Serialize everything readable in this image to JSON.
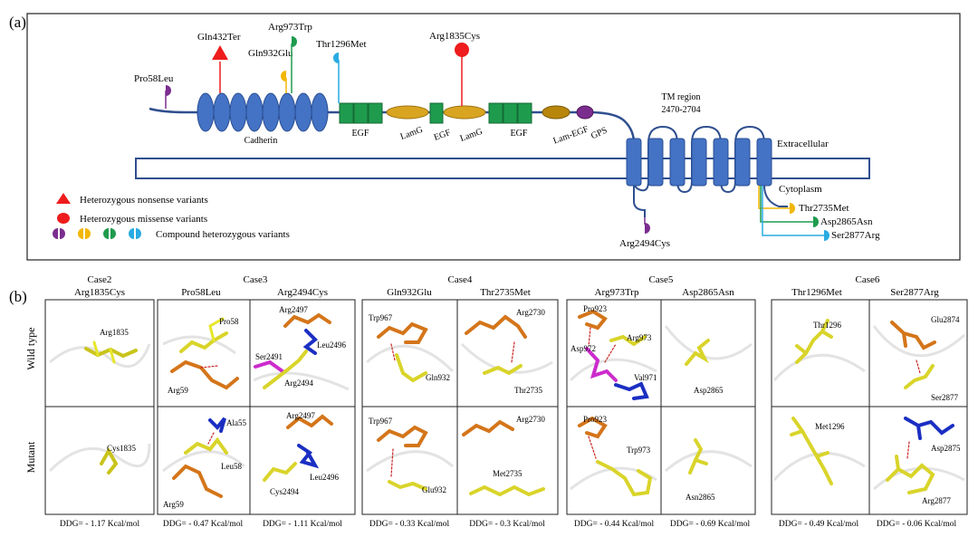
{
  "panel_a": {
    "label": "(a)",
    "variants": [
      {
        "name": "Pro58Leu",
        "kind": "compound",
        "color": "#7b2d8e"
      },
      {
        "name": "Gln432Ter",
        "kind": "nonsense",
        "color": "#ee1c1c"
      },
      {
        "name": "Gln932Glu",
        "kind": "compound",
        "color": "#f2b705"
      },
      {
        "name": "Arg973Trp",
        "kind": "compound",
        "color": "#1f9b4e"
      },
      {
        "name": "Thr1296Met",
        "kind": "compound",
        "color": "#29abe2"
      },
      {
        "name": "Arg1835Cys",
        "kind": "missense",
        "color": "#ee1c1c"
      },
      {
        "name": "Arg2494Cys",
        "kind": "compound",
        "color": "#7b2d8e"
      },
      {
        "name": "Thr2735Met",
        "kind": "compound",
        "color": "#f2b705"
      },
      {
        "name": "Asp2865Asn",
        "kind": "compound",
        "color": "#1f9b4e"
      },
      {
        "name": "Ser2877Arg",
        "kind": "compound",
        "color": "#29abe2"
      }
    ],
    "domains": {
      "cadherin": "Cadherin",
      "egf1": "EGF",
      "lamg1": "LamG",
      "egf2": "EGF",
      "lamg2": "LamG",
      "egf3": "EGF",
      "lamegf": "Lam-EGF",
      "gps": "GPS"
    },
    "tm_region": {
      "title": "TM region",
      "range": "2470-2704"
    },
    "extracellular": "Extracellular",
    "cytoplasm": "Cytoplasm",
    "legend": [
      {
        "label": "Heterozygous nonsense variants"
      },
      {
        "label": "Heterozygous missense variants"
      },
      {
        "label": "Compound heterozygous variants"
      }
    ],
    "colors": {
      "cadherin": "#4472c4",
      "egf": "#1f9b4e",
      "lamg": "#d9a521",
      "lamegf": "#b8860b",
      "gps": "#7b2d8e",
      "backbone": "#2f4f8f",
      "membrane": "#2f4f8f",
      "tm": "#4472c4"
    }
  },
  "panel_b": {
    "label": "(b)",
    "row_labels": [
      "Wild type",
      "Mutant"
    ],
    "cases": [
      {
        "title": "Case2",
        "variants": [
          "Arg1835Cys"
        ],
        "ddg": [
          "DDG= - 1.17 Kcal/mol"
        ]
      },
      {
        "title": "Case3",
        "variants": [
          "Pro58Leu",
          "Arg2494Cys"
        ],
        "ddg": [
          "DDG= - 0.47 Kcal/mol",
          "DDG= - 1.11 Kcal/mol"
        ]
      },
      {
        "title": "Case4",
        "variants": [
          "Gln932Glu",
          "Thr2735Met"
        ],
        "ddg": [
          "DDG= - 0.33 Kcal/mol",
          "DDG= - 0.3 Kcal/mol"
        ]
      },
      {
        "title": "Case5",
        "variants": [
          "Arg973Trp",
          "Asp2865Asn"
        ],
        "ddg": [
          "DDG= - 0.44 Kcal/mol",
          "DDG= - 0.69 Kcal/mol"
        ]
      },
      {
        "title": "Case6",
        "variants": [
          "Thr1296Met",
          "Ser2877Arg"
        ],
        "ddg": [
          "DDG= - 0.49 Kcal/mol",
          "DDG= - 0.06 Kcal/mol"
        ]
      }
    ],
    "structures": {
      "c2v1_wt": [
        "Arg1835"
      ],
      "c2v1_mut": [
        "Cys1835"
      ],
      "c3v1_wt": [
        "Pro58",
        "Arg59"
      ],
      "c3v1_mut": [
        "Ala55",
        "Leu58",
        "Arg59"
      ],
      "c3v2_wt": [
        "Arg2497",
        "Ser2491",
        "Leu2496",
        "Arg2494"
      ],
      "c3v2_mut": [
        "Arg2497",
        "Leu2496",
        "Cys2494"
      ],
      "c4v1_wt": [
        "Trp967",
        "Gln932"
      ],
      "c4v1_mut": [
        "Trp967",
        "Glu932"
      ],
      "c4v2_wt": [
        "Arg2730",
        "Thr2735"
      ],
      "c4v2_mut": [
        "Arg2730",
        "Met2735"
      ],
      "c5v1_wt": [
        "Pro923",
        "Arg973",
        "Asp972",
        "Val971"
      ],
      "c5v1_mut": [
        "Pro923",
        "Trp973"
      ],
      "c5v2_wt": [
        "Asp2865"
      ],
      "c5v2_mut": [
        "Asn2865"
      ],
      "c6v1_wt": [
        "Thr1296"
      ],
      "c6v1_mut": [
        "Met1296"
      ],
      "c6v2_wt": [
        "Glu2874",
        "Ser2877"
      ],
      "c6v2_mut": [
        "Asp2875",
        "Arg2877"
      ]
    }
  }
}
